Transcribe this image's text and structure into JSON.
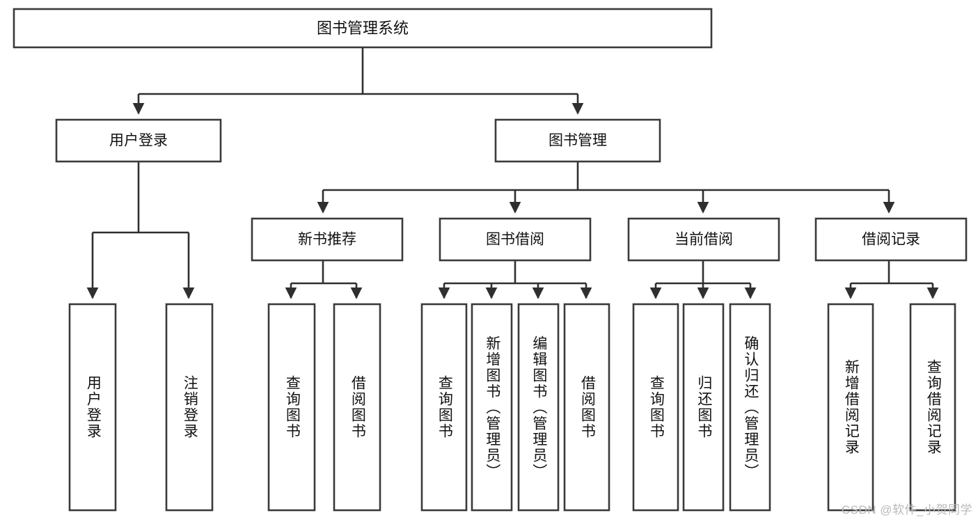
{
  "diagram": {
    "type": "tree-hierarchy",
    "title": "图书管理系统",
    "root": {
      "id": "root",
      "label": "图书管理系统",
      "orientation": "horizontal"
    },
    "level2": [
      {
        "id": "user-login",
        "label": "用户登录",
        "orientation": "horizontal"
      },
      {
        "id": "book-manage",
        "label": "图书管理",
        "orientation": "horizontal"
      }
    ],
    "level3": [
      {
        "id": "new-book-recommend",
        "label": "新书推荐",
        "orientation": "horizontal",
        "parent": "book-manage"
      },
      {
        "id": "book-borrow",
        "label": "图书借阅",
        "orientation": "horizontal",
        "parent": "book-manage"
      },
      {
        "id": "current-borrow",
        "label": "当前借阅",
        "orientation": "horizontal",
        "parent": "book-manage"
      },
      {
        "id": "borrow-record",
        "label": "借阅记录",
        "orientation": "horizontal",
        "parent": "book-manage"
      }
    ],
    "leaves": [
      {
        "id": "leaf-user-login",
        "label": "用户登录",
        "parent": "user-login",
        "orientation": "vertical"
      },
      {
        "id": "leaf-user-logout",
        "label": "注销登录",
        "parent": "user-login",
        "orientation": "vertical"
      },
      {
        "id": "leaf-query-book-1",
        "label": "查询图书",
        "parent": "new-book-recommend",
        "orientation": "vertical"
      },
      {
        "id": "leaf-borrow-book-1",
        "label": "借阅图书",
        "parent": "new-book-recommend",
        "orientation": "vertical"
      },
      {
        "id": "leaf-query-book-2",
        "label": "查询图书",
        "parent": "book-borrow",
        "orientation": "vertical"
      },
      {
        "id": "leaf-add-book",
        "label": "新增图书（管理员）",
        "parent": "book-borrow",
        "orientation": "vertical"
      },
      {
        "id": "leaf-edit-book",
        "label": "编辑图书（管理员）",
        "parent": "book-borrow",
        "orientation": "vertical"
      },
      {
        "id": "leaf-borrow-book-2",
        "label": "借阅图书",
        "parent": "book-borrow",
        "orientation": "vertical"
      },
      {
        "id": "leaf-query-book-3",
        "label": "查询图书",
        "parent": "current-borrow",
        "orientation": "vertical"
      },
      {
        "id": "leaf-return-book",
        "label": "归还图书",
        "parent": "current-borrow",
        "orientation": "vertical"
      },
      {
        "id": "leaf-confirm-return",
        "label": "确认归还（管理员）",
        "parent": "current-borrow",
        "orientation": "vertical"
      },
      {
        "id": "leaf-add-record",
        "label": "新增借阅记录",
        "parent": "borrow-record",
        "orientation": "vertical"
      },
      {
        "id": "leaf-query-record",
        "label": "查询借阅记录",
        "parent": "borrow-record",
        "orientation": "vertical"
      }
    ],
    "colors": {
      "box_stroke": "#3a3a3a",
      "box_fill": "#ffffff",
      "connector": "#2f2f2f",
      "text": "#111111",
      "watermark": "#b9b9b9",
      "background": "#ffffff"
    }
  },
  "watermark": {
    "text": "CSDN @软件_小贺同学"
  }
}
